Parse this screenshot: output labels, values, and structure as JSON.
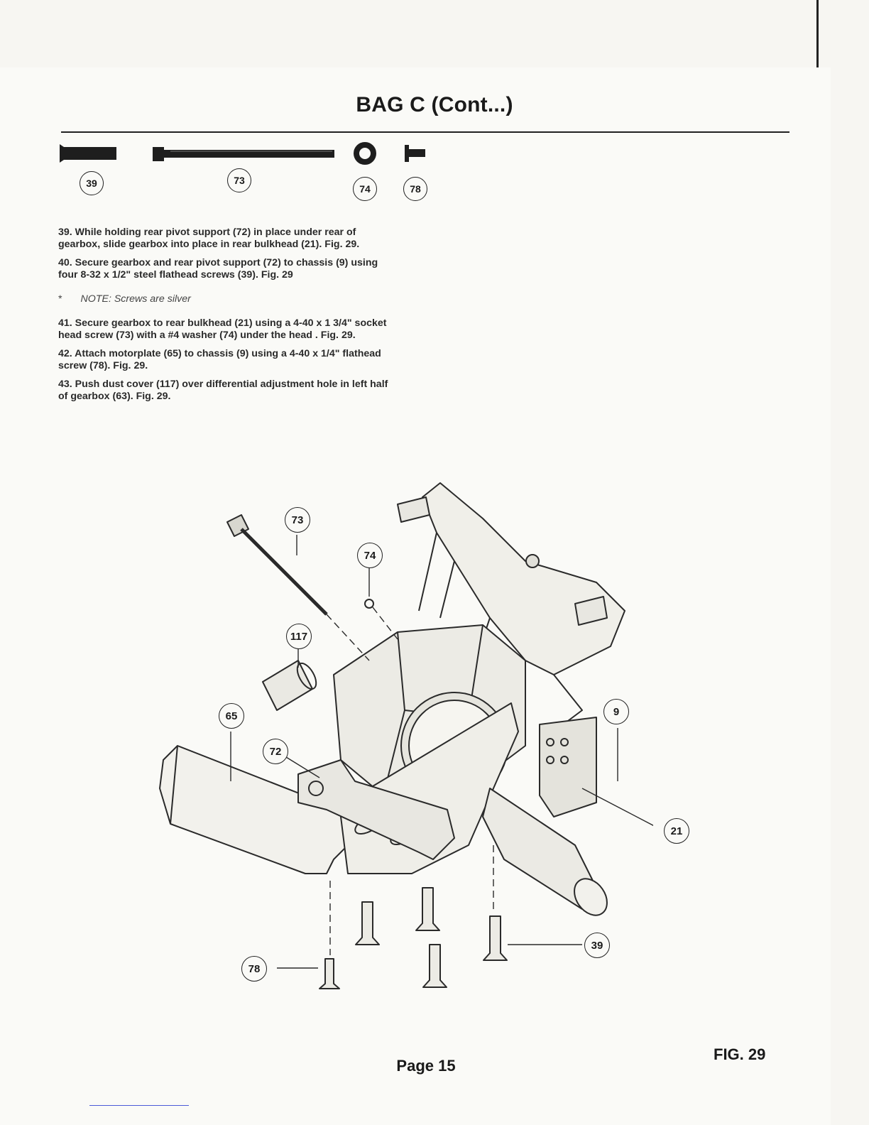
{
  "page": {
    "title": "BAG C (Cont...)",
    "page_number": "Page 15",
    "figure_label": "FIG. 29"
  },
  "hardware": [
    {
      "part": "39"
    },
    {
      "part": "73"
    },
    {
      "part": "74"
    },
    {
      "part": "78"
    }
  ],
  "steps": [
    {
      "text": "39. While holding rear pivot support (72) in place under rear of gearbox, slide gearbox into place in rear bulkhead (21). Fig. 29."
    },
    {
      "text": "40. Secure gearbox and rear pivot support (72) to chassis (9) using four 8-32 x 1/2\" steel flathead screws (39). Fig. 29"
    },
    {
      "note_bullet": "*",
      "note": "NOTE: Screws are silver"
    },
    {
      "text": "41. Secure gearbox to rear bulkhead (21) using a 4-40 x 1 3/4\" socket head screw (73) with a #4 washer (74) under the head . Fig. 29."
    },
    {
      "text": "42. Attach motorplate (65) to chassis (9) using a 4-40 x 1/4\" flathead screw (78). Fig. 29."
    },
    {
      "text": "43. Push dust cover (117) over differential adjustment hole in left half of gearbox (63). Fig. 29."
    }
  ],
  "callouts": {
    "c73": "73",
    "c74": "74",
    "c117": "117",
    "c65": "65",
    "c72": "72",
    "c9": "9",
    "c21": "21",
    "c39": "39",
    "c78": "78"
  }
}
